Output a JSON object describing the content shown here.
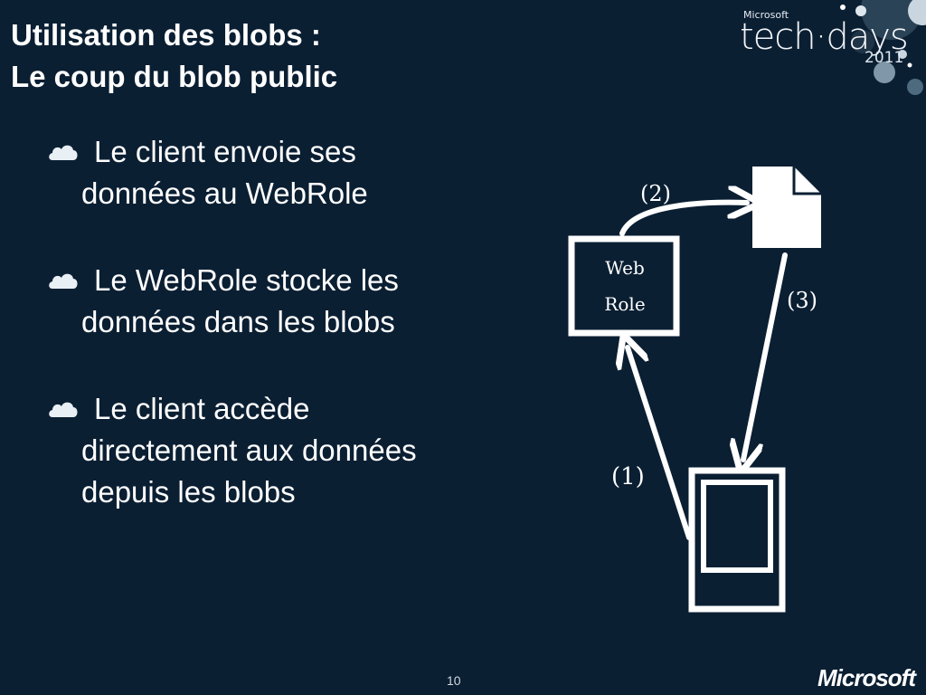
{
  "slide": {
    "title_line1": "Utilisation des blobs :",
    "title_line2": "Le coup du blob public",
    "page_number": "10"
  },
  "logo": {
    "microsoft_small": "Microsoft",
    "brand": "tech·days",
    "year": "2011",
    "footer_brand": "Microsoft"
  },
  "bullets": [
    {
      "line1": "Le client envoie ses",
      "line2": "données au WebRole",
      "line3": ""
    },
    {
      "line1": "Le WebRole stocke les",
      "line2": "données dans les blobs",
      "line3": ""
    },
    {
      "line1": "Le client accède",
      "line2": "directement aux données",
      "line3": "depuis les blobs"
    }
  ],
  "diagram": {
    "webrole_line1": "Web",
    "webrole_line2": "Role",
    "label_step1": "(1)",
    "label_step2": "(2)",
    "label_step3": "(3)"
  },
  "colors": {
    "background": "#0b1f33",
    "foreground": "#ffffff",
    "bubble_light": "#c9d6df",
    "bubble_mid": "#7f97a8"
  },
  "icons": [
    "cloud-bullet-icon",
    "document-icon",
    "device-icon",
    "webrole-box-icon"
  ]
}
